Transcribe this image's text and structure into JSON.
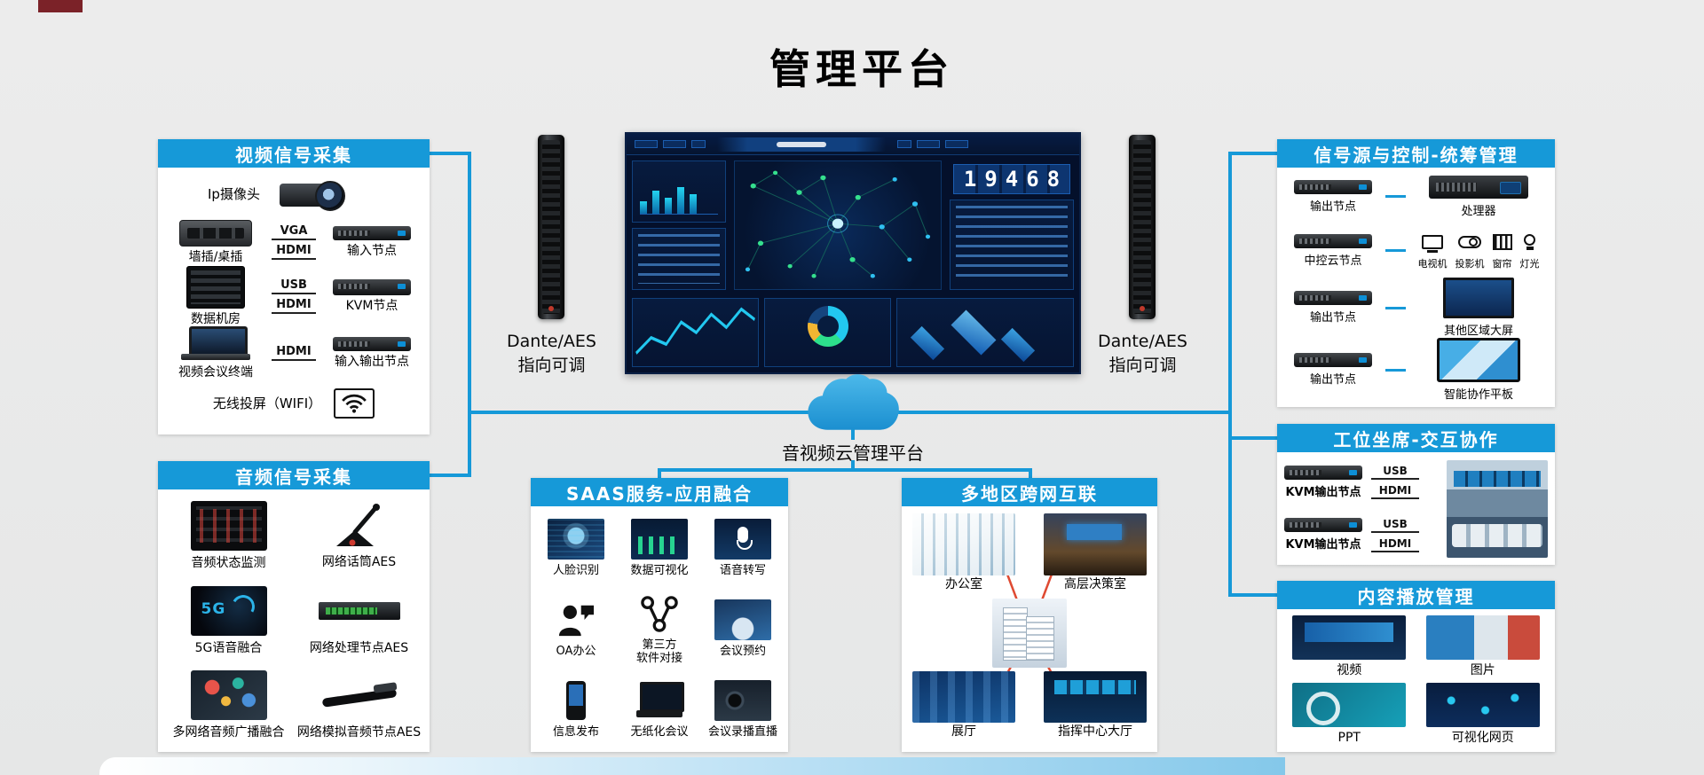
{
  "page": {
    "title": "管理平台"
  },
  "colors": {
    "accent_blue": "#1699d8",
    "line_red": "#df4a32",
    "panel_bg": "#ffffff",
    "canvas_bg": "#e9eaea"
  },
  "cloud": {
    "label": "音视频云管理平台"
  },
  "speakers": {
    "left": {
      "line1": "Dante/AES",
      "line2": "指向可调"
    },
    "right": {
      "line1": "Dante/AES",
      "line2": "指向可调"
    }
  },
  "dashboard": {
    "big_number": "19468"
  },
  "video_panel": {
    "title": "视频信号采集",
    "camera_label": "Ip摄像头",
    "rows": [
      {
        "left": "墙插/桌插",
        "mid_top": "VGA",
        "mid_bottom": "HDMI",
        "right": "输入节点"
      },
      {
        "left": "数据机房",
        "mid_top": "USB",
        "mid_bottom": "HDMI",
        "right": "KVM节点"
      },
      {
        "left": "视频会议终端",
        "mid_top": "HDMI",
        "right": "输入输出节点"
      }
    ],
    "wireless_label": "无线投屏（WIFI）"
  },
  "audio_panel": {
    "title": "音频信号采集",
    "items": [
      {
        "label": "音频状态监测"
      },
      {
        "label": "网络话筒AES"
      },
      {
        "label": "5G语音融合",
        "image_text": "5G"
      },
      {
        "label": "网络处理节点AES"
      },
      {
        "label": "多网络音频广播融合"
      },
      {
        "label": "网络模拟音频节点AES"
      }
    ]
  },
  "saas_panel": {
    "title": "SAAS服务-应用融合",
    "items": [
      {
        "label": "人脸识别"
      },
      {
        "label": "数据可视化"
      },
      {
        "label": "语音转写"
      },
      {
        "label": "OA办公"
      },
      {
        "label": "第三方\n软件对接"
      },
      {
        "label": "会议预约"
      },
      {
        "label": "信息发布"
      },
      {
        "label": "无纸化会议"
      },
      {
        "label": "会议录播直播"
      }
    ]
  },
  "region_panel": {
    "title": "多地区跨网互联",
    "items": [
      {
        "label": "办公室"
      },
      {
        "label": "高层决策室"
      },
      {
        "label": "展厅"
      },
      {
        "label": "指挥中心大厅"
      }
    ]
  },
  "source_panel": {
    "title": "信号源与控制-统筹管理",
    "row1": {
      "left": "输出节点",
      "right": "处理器"
    },
    "row2": {
      "left": "中控云节点",
      "devices": [
        "电视机",
        "投影机",
        "窗帘",
        "灯光"
      ]
    },
    "row3": {
      "left": "输出节点",
      "right": "其他区域大屏"
    },
    "row4": {
      "left": "输出节点",
      "right": "智能协作平板"
    }
  },
  "seat_panel": {
    "title": "工位坐席-交互协作",
    "rows": [
      {
        "label": "KVM输出节点",
        "conn_top": "USB",
        "conn_bottom": "HDMI"
      },
      {
        "label": "KVM输出节点",
        "conn_top": "USB",
        "conn_bottom": "HDMI"
      }
    ]
  },
  "content_panel": {
    "title": "内容播放管理",
    "items": [
      {
        "label": "视频"
      },
      {
        "label": "图片"
      },
      {
        "label": "PPT"
      },
      {
        "label": "可视化网页"
      }
    ]
  }
}
